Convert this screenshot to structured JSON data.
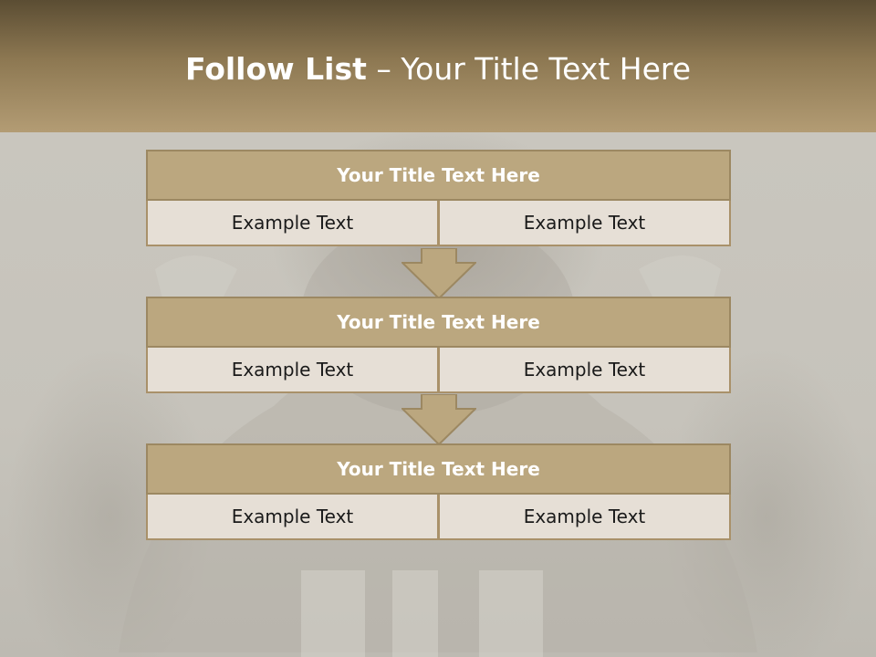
{
  "slide": {
    "title_bold": "Follow List",
    "title_rest": " – Your Title Text Here"
  },
  "blocks": [
    {
      "title": "Your Title Text Here",
      "left": "Example Text",
      "right": "Example Text"
    },
    {
      "title": "Your Title Text Here",
      "left": "Example Text",
      "right": "Example Text"
    },
    {
      "title": "Your Title Text Here",
      "left": "Example Text",
      "right": "Example Text"
    }
  ],
  "colors": {
    "header": "#8d7852",
    "block_title_fill": "#bba77f",
    "cell_fill": "#e6dfd6",
    "arrow_fill": "#bba77f"
  },
  "icons": [
    "down-arrow-icon",
    "down-arrow-icon"
  ]
}
